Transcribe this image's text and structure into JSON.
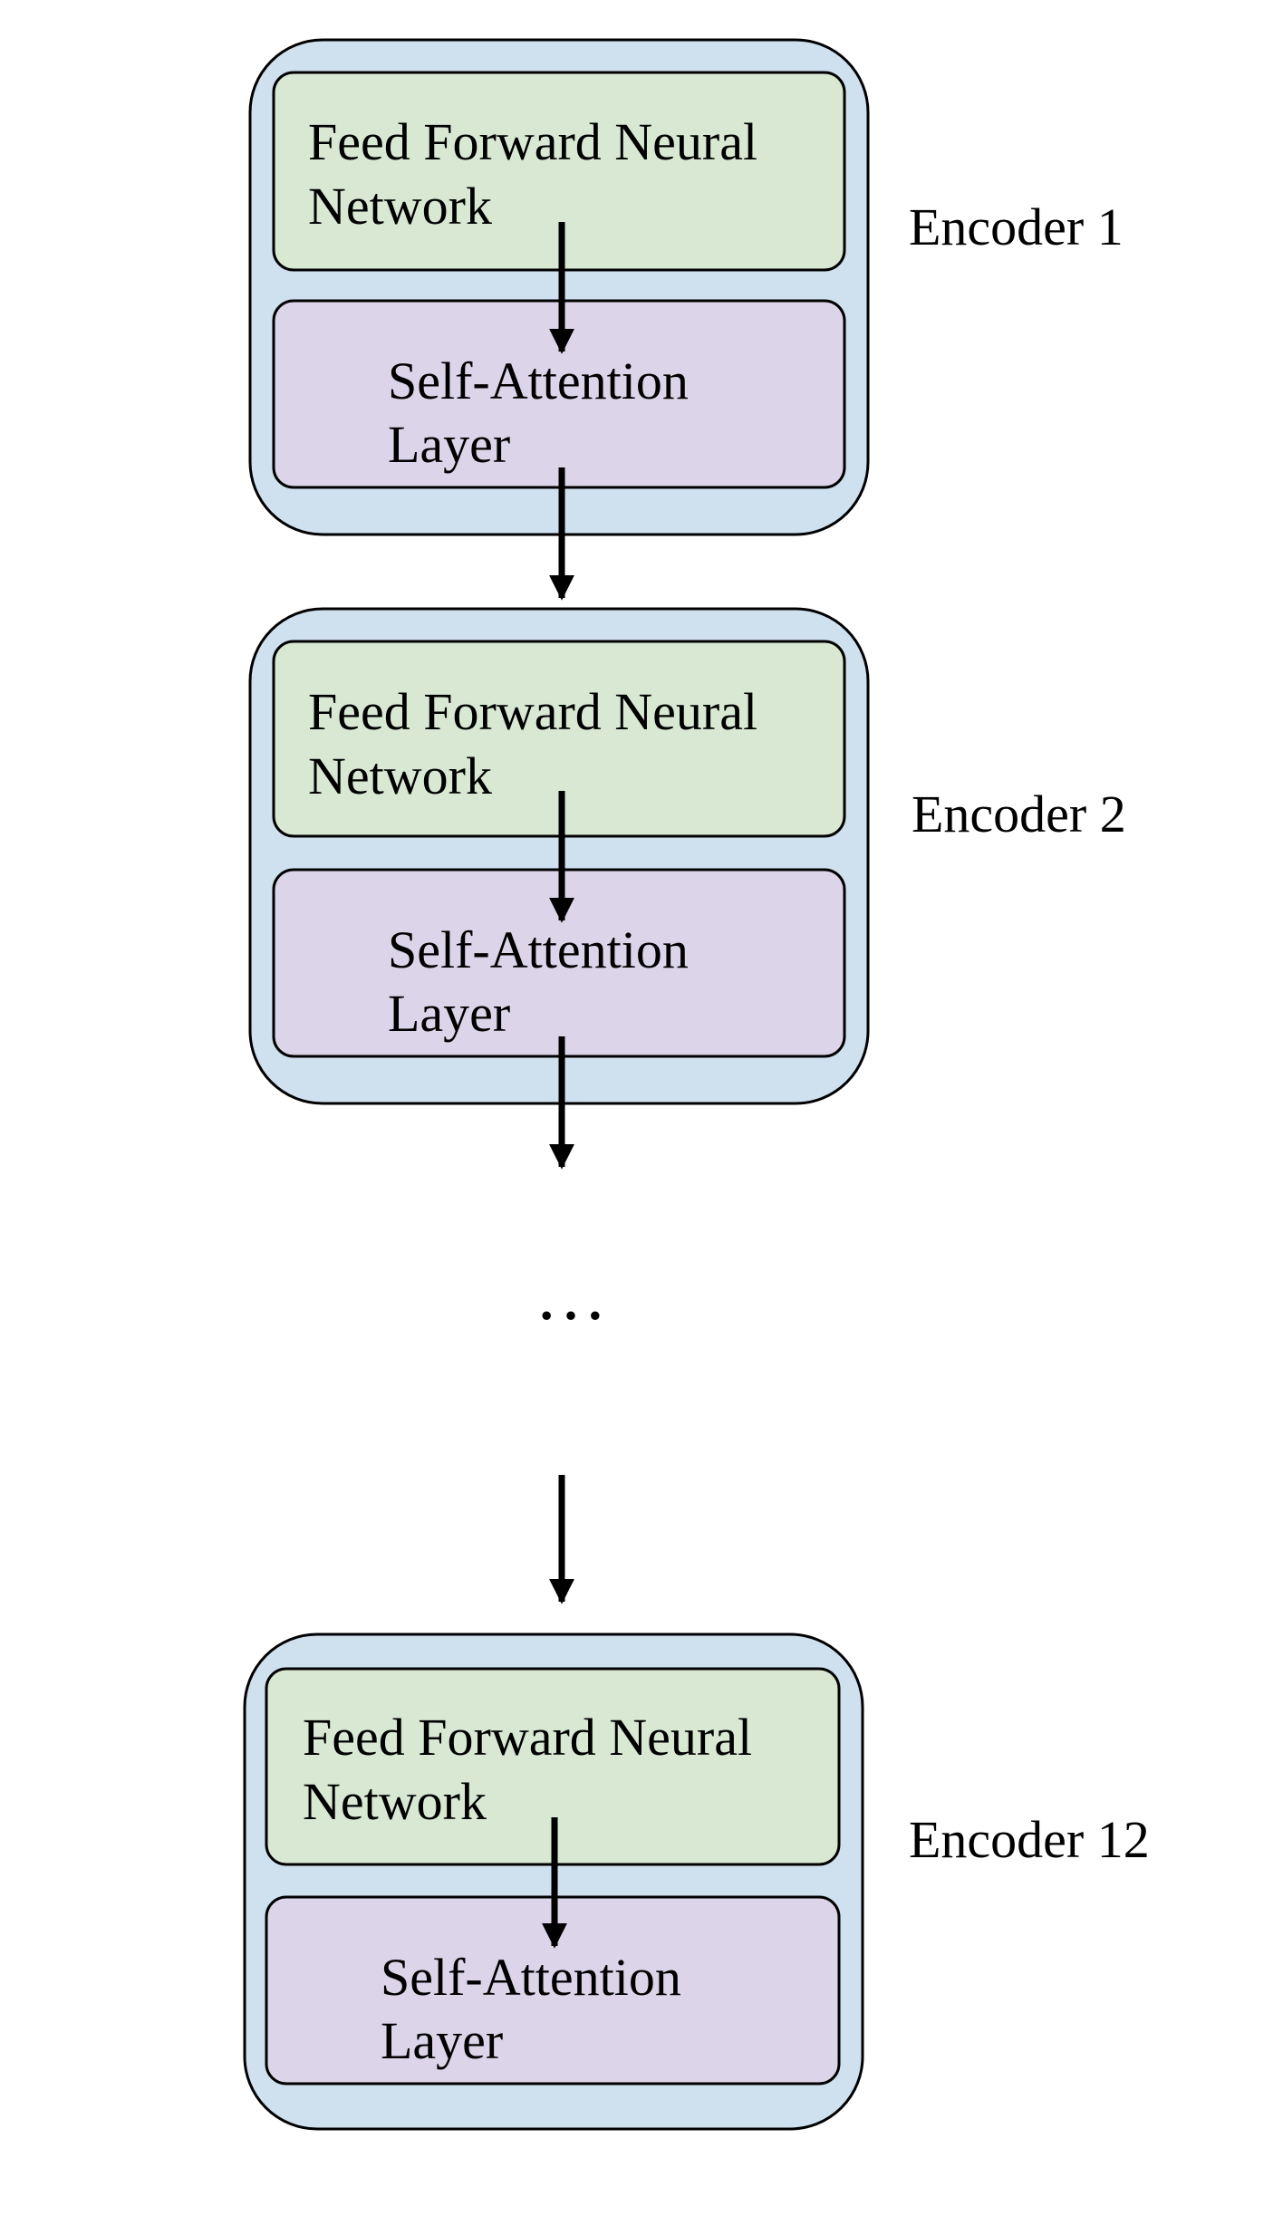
{
  "colors": {
    "encoder_fill": "#cfe0ef",
    "ffn_fill": "#d8e8d3",
    "attention_fill": "#dcd4e8",
    "stroke": "#000000",
    "arrow": "#000000"
  },
  "encoders": [
    {
      "label": "Encoder 1",
      "ffn": {
        "line1": "Feed Forward Neural",
        "line2": "Network"
      },
      "attention": {
        "line1": "Self-Attention",
        "line2": "Layer"
      }
    },
    {
      "label": "Encoder 2",
      "ffn": {
        "line1": "Feed Forward Neural",
        "line2": "Network"
      },
      "attention": {
        "line1": "Self-Attention",
        "line2": "Layer"
      }
    },
    {
      "label": "Encoder 12",
      "ffn": {
        "line1": "Feed Forward Neural",
        "line2": "Network"
      },
      "attention": {
        "line1": "Self-Attention",
        "line2": "Layer"
      }
    }
  ],
  "ellipsis": "…"
}
